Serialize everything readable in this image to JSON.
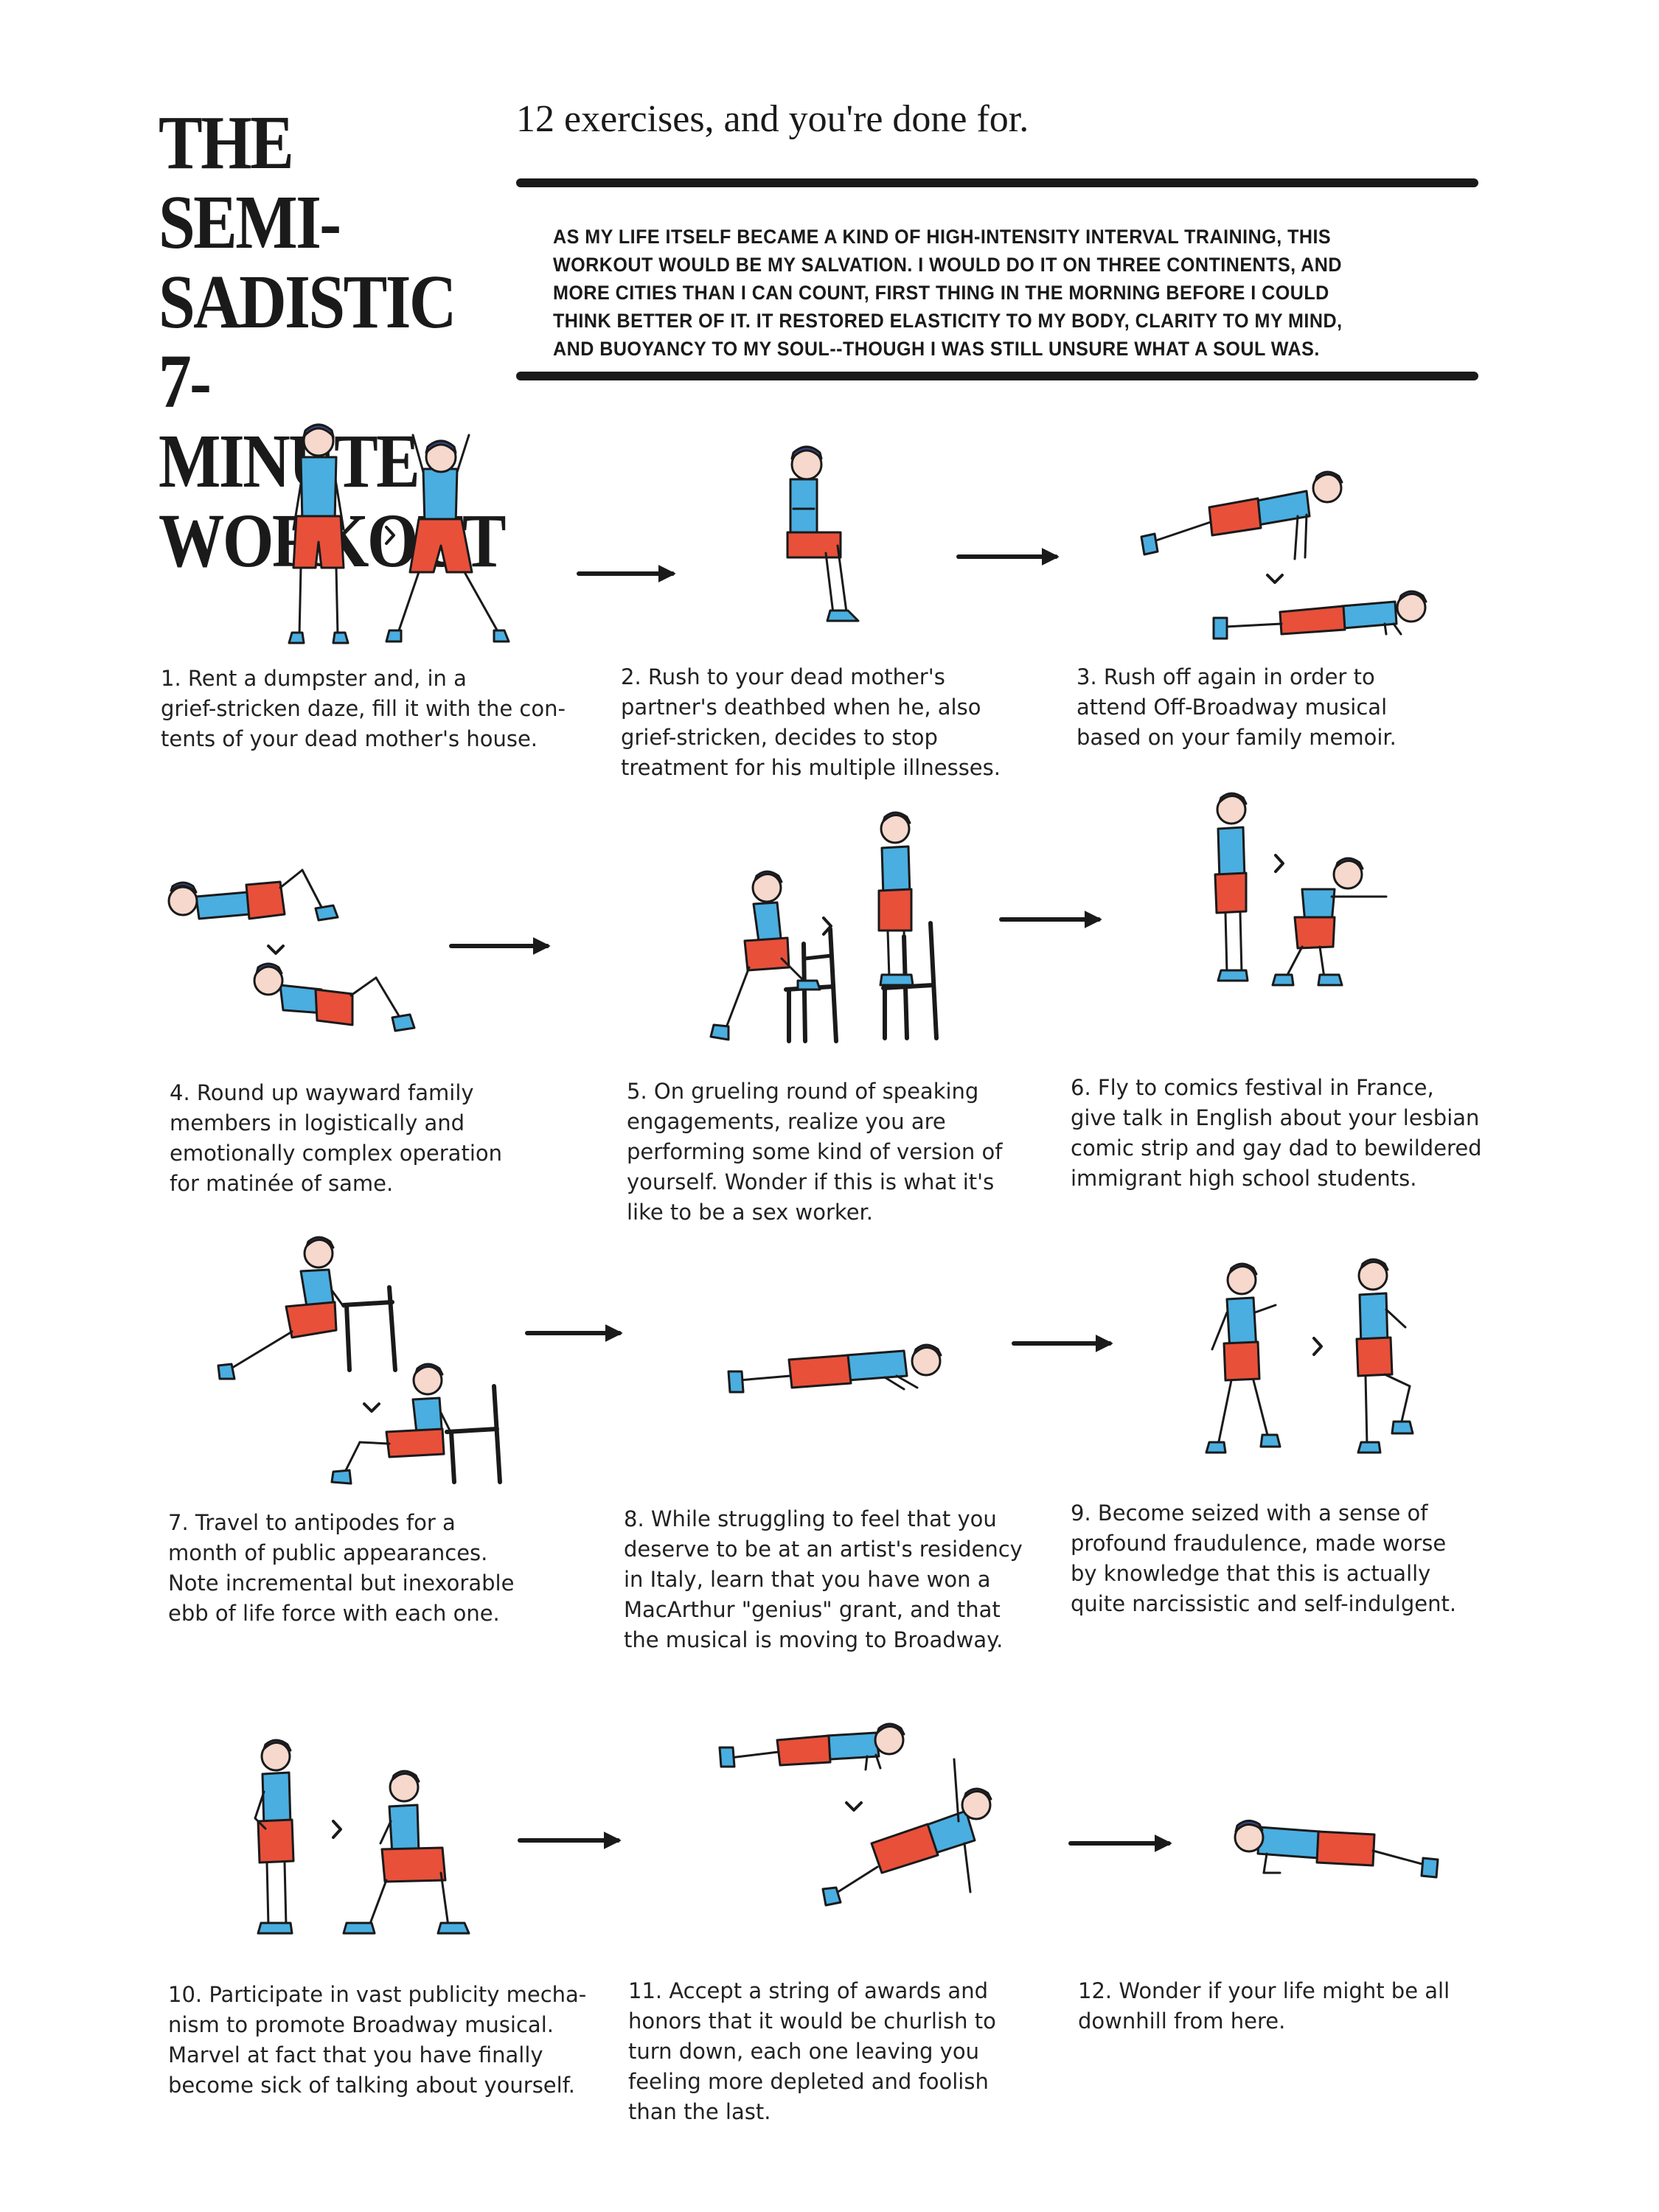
{
  "header": {
    "title_lines": [
      "THE SEMI-",
      "SADISTIC",
      "7-MINUTE",
      "WORKOUT"
    ],
    "subtitle": "12 exercises, and you're done for.",
    "intro_lines": [
      "AS MY LIFE ITSELF BECAME A KIND OF HIGH-INTENSITY INTERVAL TRAINING, THIS",
      "WORKOUT WOULD BE MY SALVATION. I WOULD DO IT ON THREE CONTINENTS, AND",
      "MORE CITIES THAN I CAN COUNT, FIRST THING IN THE MORNING BEFORE I COULD",
      "THINK BETTER OF IT. IT RESTORED ELASTICITY TO MY BODY, CLARITY TO MY MIND,",
      "AND BUOYANCY TO MY SOUL--THOUGH I WAS STILL UNSURE WHAT A SOUL WAS."
    ]
  },
  "colors": {
    "ink": "#1a1a1a",
    "shorts_red": "#e8503a",
    "tank_blue": "#4aaee0",
    "skin": "#f6d8cc",
    "hair": "#3a4a8c"
  },
  "exercises": [
    {
      "number": 1,
      "icon": "jumping-jacks-figure",
      "lines": [
        "1. Rent a dumpster and, in a",
        "grief-stricken daze, fill it with the con-",
        "tents of your dead mother's house."
      ]
    },
    {
      "number": 2,
      "icon": "wall-sit-figure",
      "lines": [
        "2. Rush to your dead mother's",
        "partner's deathbed when he, also",
        "grief-stricken, decides to stop",
        "treatment for his multiple illnesses."
      ]
    },
    {
      "number": 3,
      "icon": "push-up-figure",
      "lines": [
        "3. Rush off again in order to",
        "attend Off-Broadway musical",
        "based on your family memoir."
      ]
    },
    {
      "number": 4,
      "icon": "crunch-figure",
      "lines": [
        "4. Round up wayward family",
        "members in logistically and",
        "emotionally complex operation",
        "for matinée of same."
      ]
    },
    {
      "number": 5,
      "icon": "step-up-figure",
      "lines": [
        "5. On grueling round of speaking",
        "engagements, realize you are",
        "performing some kind of version of",
        "yourself. Wonder if this is what it's",
        "like to be a sex worker."
      ]
    },
    {
      "number": 6,
      "icon": "squat-figure",
      "lines": [
        "6. Fly to comics festival in France,",
        "give talk in English about your lesbian",
        "comic strip and gay dad to bewildered",
        "immigrant high school students."
      ]
    },
    {
      "number": 7,
      "icon": "tricep-dip-figure",
      "lines": [
        "7. Travel to antipodes for a",
        "month of public appearances.",
        "Note incremental but inexorable",
        "ebb of life force with each one."
      ]
    },
    {
      "number": 8,
      "icon": "plank-figure",
      "lines": [
        "8. While struggling to feel that you",
        "deserve to be at an artist's residency",
        "in Italy, learn that you have won a",
        "MacArthur \"genius\" grant, and that",
        "the musical is moving to Broadway."
      ]
    },
    {
      "number": 9,
      "icon": "high-knees-figure",
      "lines": [
        "9. Become seized with a sense of",
        "profound fraudulence, made worse",
        "by knowledge that this is actually",
        "quite narcissistic and self-indulgent."
      ]
    },
    {
      "number": 10,
      "icon": "lunge-figure",
      "lines": [
        "10. Participate in vast publicity mecha-",
        "nism to promote Broadway musical.",
        "Marvel at fact that you have finally",
        "become sick of talking about yourself."
      ]
    },
    {
      "number": 11,
      "icon": "push-up-rotation-figure",
      "lines": [
        "11. Accept a string of awards and",
        "honors that it would be churlish to",
        "turn down, each one leaving you",
        "feeling more depleted and foolish",
        "than the last."
      ]
    },
    {
      "number": 12,
      "icon": "side-plank-figure",
      "lines": [
        "12. Wonder if your life might be all",
        "downhill from here."
      ]
    }
  ]
}
